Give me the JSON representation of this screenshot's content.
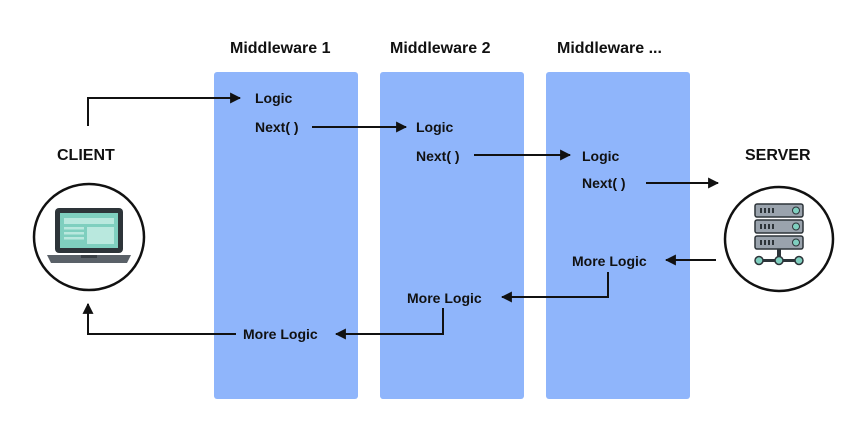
{
  "client": {
    "label": "CLIENT"
  },
  "server": {
    "label": "SERVER"
  },
  "middlewares": [
    {
      "title": "Middleware 1",
      "logic": "Logic",
      "next": "Next( )",
      "more": "More Logic"
    },
    {
      "title": "Middleware 2",
      "logic": "Logic",
      "next": "Next( )",
      "more": "More Logic"
    },
    {
      "title": "Middleware ...",
      "logic": "Logic",
      "next": "Next( )",
      "more": "More Logic"
    }
  ],
  "colors": {
    "column": "#8fb5fb",
    "arrow": "#111111",
    "laptop_screen": "#7fcfbf",
    "server_body": "#9aa3ad"
  },
  "icons": {
    "client": "laptop-icon",
    "server": "server-rack-icon"
  }
}
